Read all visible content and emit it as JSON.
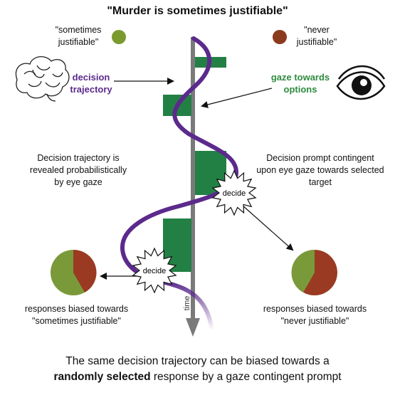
{
  "title": "\"Murder is sometimes justifiable\"",
  "scale": {
    "left_label": "\"sometimes justifiable\"",
    "right_label": "\"never justifiable\"",
    "left_color": "#7a9a2e",
    "right_color": "#8b3a1e"
  },
  "labels": {
    "decision_trajectory": "decision trajectory",
    "gaze_towards_options": "gaze towards options",
    "left_note": "Decision trajectory is revealed probabilistically by eye gaze",
    "right_note": "Decision prompt contingent upon eye gaze towards selected target",
    "decide": "decide",
    "time_axis": "time",
    "left_result": "responses biased towards \"sometimes justifiable\"",
    "right_result": "responses biased towards \"never justifiable\""
  },
  "footer": {
    "line1": "The same decision trajectory can be biased towards a",
    "line2_bold": "randomly selected",
    "line2_rest": " response by a gaze contingent prompt"
  },
  "colors": {
    "trajectory": "#5b2a8c",
    "gaze_bars": "#238045",
    "axis": "#7a7a7a",
    "pie_green": "#7a9a3a",
    "pie_red": "#9a3a22"
  },
  "icons": [
    "brain-icon",
    "eye-icon"
  ]
}
